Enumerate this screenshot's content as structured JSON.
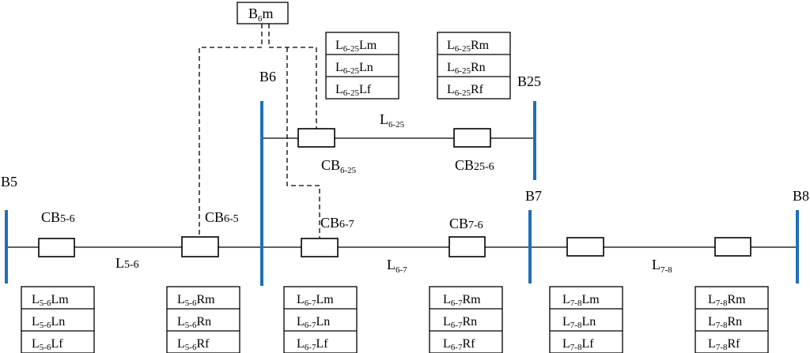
{
  "diagram": {
    "buses": {
      "b5": "B5",
      "b6": "B6",
      "b7": "B7",
      "b8": "B8",
      "b25": "B25"
    },
    "monitor": {
      "pre": "B",
      "sub": "6",
      "post": "m"
    },
    "breakers": {
      "cb_5_6": {
        "pre": "CB",
        "sub": "5-6"
      },
      "cb_6_5": {
        "pre": "CB",
        "sub": "6-5"
      },
      "cb_6_7": {
        "pre": "CB",
        "sub": "6-7"
      },
      "cb_7_6": {
        "pre": "CB",
        "sub": "7-6"
      },
      "cb_6_25": {
        "pre": "CB",
        "sub": "6-25"
      },
      "cb_25_6": {
        "pre": "CB",
        "sub": "25-6"
      }
    },
    "lines": {
      "l_5_6": {
        "pre": "L",
        "sub": "5-6"
      },
      "l_6_7": {
        "pre": "L",
        "sub": "6-7"
      },
      "l_7_8": {
        "pre": "L",
        "sub": "7-8"
      },
      "l_6_25": {
        "pre": "L",
        "sub": "6-25"
      }
    },
    "relay_groups": {
      "l56_left": {
        "sub": "5-6",
        "items": [
          "Lm",
          "Ln",
          "Lf"
        ]
      },
      "l56_right": {
        "sub": "5-6",
        "items": [
          "Rm",
          "Rn",
          "Rf"
        ]
      },
      "l67_left": {
        "sub": "6-7",
        "items": [
          "Lm",
          "Ln",
          "Lf"
        ]
      },
      "l67_right": {
        "sub": "6-7",
        "items": [
          "Rm",
          "Rn",
          "Rf"
        ]
      },
      "l78_left": {
        "sub": "7-8",
        "items": [
          "Lm",
          "Ln",
          "Lf"
        ]
      },
      "l78_right": {
        "sub": "7-8",
        "items": [
          "Rm",
          "Rn",
          "Rf"
        ]
      },
      "l625_left": {
        "sub": "6-25",
        "items": [
          "Lm",
          "Ln",
          "Lf"
        ]
      },
      "l625_right": {
        "sub": "6-25",
        "items": [
          "Rm",
          "Rn",
          "Rf"
        ]
      }
    },
    "colors": {
      "bus": "#1f6fb6",
      "line": "#000000"
    }
  }
}
